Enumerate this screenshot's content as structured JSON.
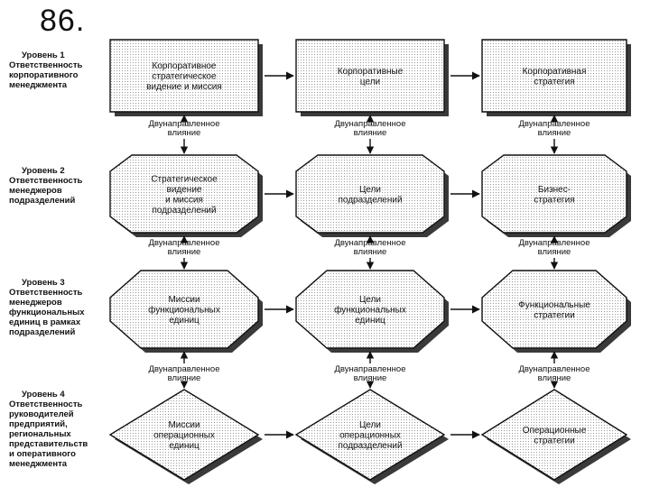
{
  "slide_number": "86.",
  "levels": [
    {
      "title": "Уровень 1",
      "desc": "Ответственность\nкорпоративного\nменеджмента"
    },
    {
      "title": "Уровень 2",
      "desc": "Ответственность\nменеджеров\nподразделений"
    },
    {
      "title": "Уровень 3",
      "desc": "Ответственность\nменеджеров\nфункциональных\nединиц в рамках\nподразделений"
    },
    {
      "title": "Уровень 4",
      "desc": "Ответственность\nруководителей\nпредприятий,\nрегиональных\nпредставительств\nи оперативного\nменеджмента"
    }
  ],
  "influence_label": [
    "Двунаправленное",
    "влияние"
  ],
  "rows": [
    {
      "shape": "rect",
      "nodes": [
        [
          "Корпоративное",
          "стратегическое",
          "видение и миссия"
        ],
        [
          "Корпоративные",
          "цели"
        ],
        [
          "Корпоративная",
          "стратегия"
        ]
      ]
    },
    {
      "shape": "hexagon",
      "nodes": [
        [
          "Стратегическое",
          "видение",
          "и миссия",
          "подразделений"
        ],
        [
          "Цели",
          "подразделений"
        ],
        [
          "Бизнес-",
          "стратегия"
        ]
      ]
    },
    {
      "shape": "octagon",
      "nodes": [
        [
          "Миссии",
          "функциональных",
          "единиц"
        ],
        [
          "Цели",
          "функциональных",
          "единиц"
        ],
        [
          "Функциональные",
          "стратегии"
        ]
      ]
    },
    {
      "shape": "diamond",
      "nodes": [
        [
          "Миссии",
          "операционных",
          "единиц"
        ],
        [
          "Цели",
          "операционных",
          "подразделений"
        ],
        [
          "Операционные",
          "стратегии"
        ]
      ]
    }
  ]
}
